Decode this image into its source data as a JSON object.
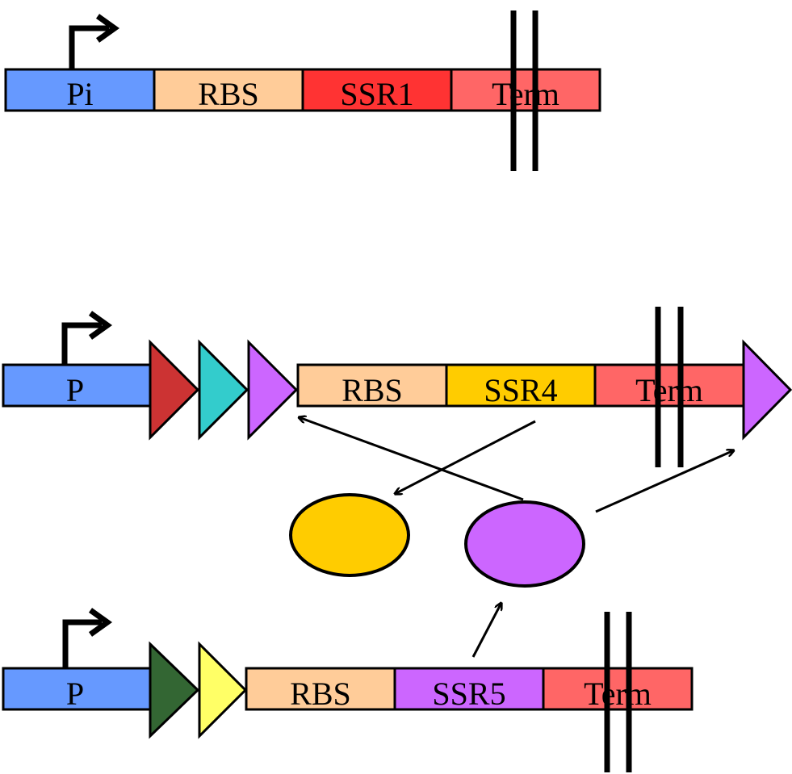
{
  "colors": {
    "promoter": "#6699ff",
    "rbs": "#ffcc99",
    "ssr1": "#ff3333",
    "ssr4": "#ffcc00",
    "ssr5": "#cc66ff",
    "term": "#ff6666",
    "site_red": "#cc3333",
    "site_cyan": "#33cccc",
    "site_purple": "#cc66ff",
    "site_green": "#336633",
    "site_yellow": "#ffff66",
    "stroke": "#000000"
  },
  "construct1": {
    "promoter": "Pi",
    "rbs": "RBS",
    "gene": "SSR1",
    "term": "Term"
  },
  "construct2": {
    "promoter": "P",
    "rbs": "RBS",
    "gene": "SSR4",
    "term": "Term"
  },
  "construct3": {
    "promoter": "P",
    "rbs": "RBS",
    "gene": "SSR5",
    "term": "Term"
  },
  "icons": [
    "promoter-arrow-icon",
    "terminator-icon",
    "recombination-site-icon",
    "protein-ellipse-icon",
    "arrow-icon"
  ]
}
